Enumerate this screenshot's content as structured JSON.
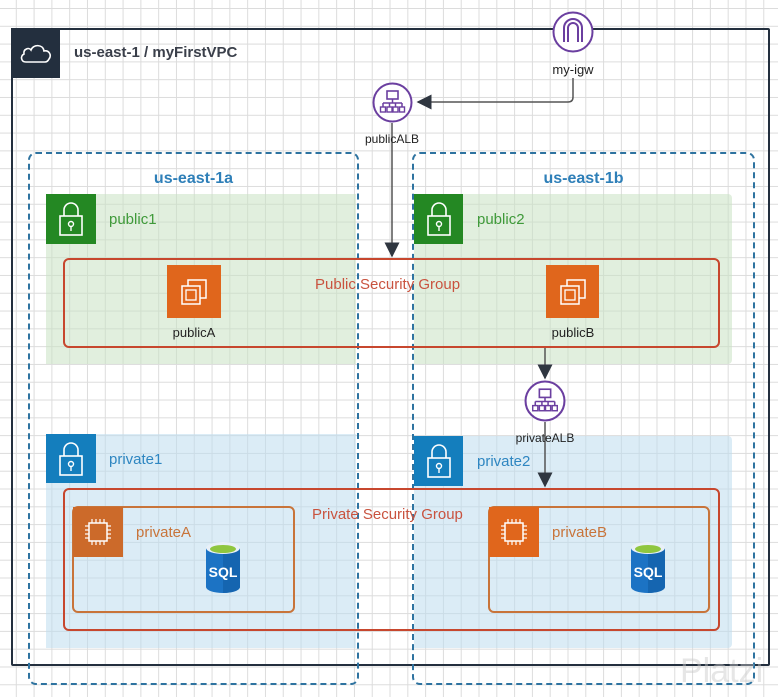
{
  "vpc": {
    "title": "us-east-1 / myFirstVPC",
    "icon": "cloud-icon"
  },
  "igw": {
    "label": "my-igw",
    "icon": "internet-gateway-icon"
  },
  "albs": [
    {
      "label": "publicALB",
      "icon": "load-balancer-icon"
    },
    {
      "label": "privateALB",
      "icon": "load-balancer-icon"
    }
  ],
  "availability_zones": [
    {
      "label": "us-east-1a"
    },
    {
      "label": "us-east-1b"
    }
  ],
  "subnets": [
    {
      "label": "public1",
      "type": "public",
      "icon": "lock-icon"
    },
    {
      "label": "public2",
      "type": "public",
      "icon": "lock-icon"
    },
    {
      "label": "private1",
      "type": "private",
      "icon": "lock-icon"
    },
    {
      "label": "private2",
      "type": "private",
      "icon": "lock-icon"
    }
  ],
  "security_groups": [
    {
      "label": "Public Security Group"
    },
    {
      "label": "Private Security Group"
    }
  ],
  "instances": [
    {
      "label": "publicA",
      "icon": "ec2-instances-icon"
    },
    {
      "label": "publicB",
      "icon": "ec2-instances-icon"
    },
    {
      "label": "privateA",
      "icon": "ec2-instance-icon"
    },
    {
      "label": "privateB",
      "icon": "ec2-instance-icon"
    }
  ],
  "databases": [
    {
      "label": "SQL",
      "icon": "sql-database-icon"
    },
    {
      "label": "SQL",
      "icon": "sql-database-icon"
    }
  ],
  "colors": {
    "vpc_border": "#232f3e",
    "az_border": "#2e73a0",
    "public_subnet": "#248823",
    "private_subnet": "#147ebd",
    "security_group": "#c7472e",
    "ec2": "#e0661c",
    "alb": "#6b3fa0"
  },
  "watermark": "Platzi"
}
